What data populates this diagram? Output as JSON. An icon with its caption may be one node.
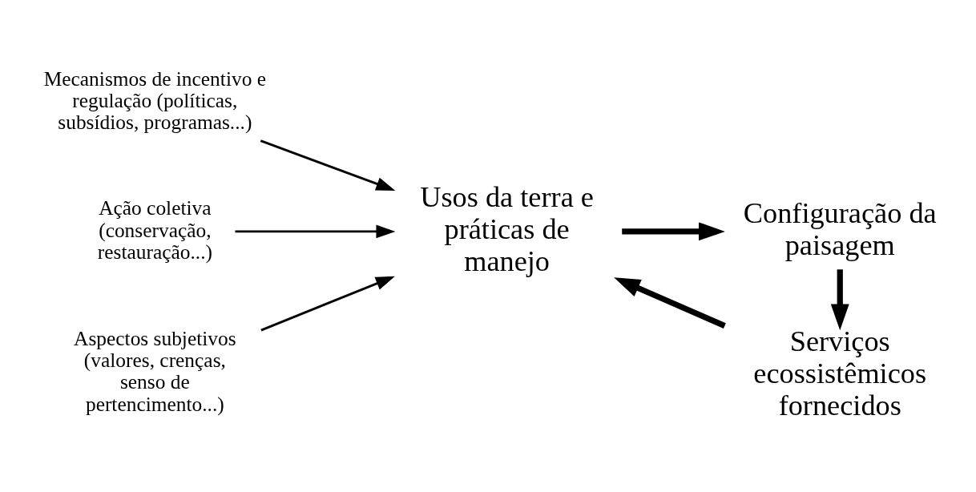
{
  "diagram": {
    "nodes": [
      {
        "text": [
          "Usos da terra e práticas de manejo"
        ]
      },
      {
        "text": [
          "Configuração da paisagem"
        ]
      },
      {
        "text": [
          "Serviços ecossistêmicos fornecidos"
        ]
      },
      {
        "text": [
          "Mecanismos de incentivo e regulação (políticas, subsídios, programas...)"
        ]
      },
      {
        "text": [
          "Ação coletiva (conservação, restauração...)"
        ]
      },
      {
        "text": [
          "Aspectos subjetivos (valores, crenças, senso de pertencimento...)"
        ]
      }
    ],
    "edges": [
      {
        "from": 0,
        "to": 1,
        "arrow": "to",
        "style": "thick"
      },
      {
        "from": 1,
        "to": 2,
        "arrow": "to",
        "style": "thick"
      },
      {
        "from": 2,
        "to": 0,
        "arrow": "to",
        "style": "thick"
      },
      {
        "from": 3,
        "to": 0,
        "arrow": "to"
      },
      {
        "from": 4,
        "to": 0,
        "arrow": "to"
      },
      {
        "from": 5,
        "to": 0,
        "arrow": "to"
      }
    ]
  }
}
